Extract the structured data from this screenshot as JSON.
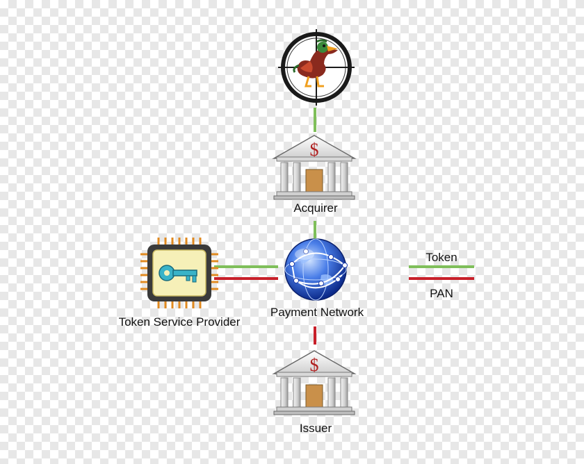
{
  "colors": {
    "token_line": "#7fbf5a",
    "pan_line": "#c8202a",
    "bank_roof": "#e8e8e8",
    "bank_door": "#c9904a",
    "chip_body": "#3a3a3a",
    "chip_pins": "#e08a20",
    "chip_face": "#f6f0b8",
    "key": "#3ab3c8",
    "globe": "#2a56c8"
  },
  "icons": {
    "attacker": "duck-crosshair-icon",
    "acquirer": "bank-icon",
    "issuer": "bank-icon",
    "network": "globe-network-icon",
    "tsp": "chip-key-icon"
  },
  "nodes": {
    "acquirer": {
      "label": "Acquirer"
    },
    "issuer": {
      "label": "Issuer"
    },
    "network": {
      "label": "Payment Network"
    },
    "tsp": {
      "label": "Token Service Provider"
    }
  },
  "legend": {
    "token": {
      "label": "Token",
      "color": "#7fbf5a"
    },
    "pan": {
      "label": "PAN",
      "color": "#c8202a"
    }
  }
}
